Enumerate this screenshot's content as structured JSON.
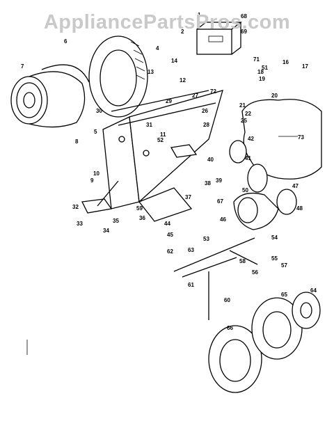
{
  "watermark": "AppliancePartsPros.com",
  "labels": {
    "l1": "1",
    "l2": "2",
    "l4": "4",
    "l5": "5",
    "l6": "6",
    "l7": "7",
    "l8": "8",
    "l9": "9",
    "l10": "10",
    "l11": "11",
    "l12": "12",
    "l13": "13",
    "l14": "14",
    "l16": "16",
    "l17": "17",
    "l18": "18",
    "l19": "19",
    "l20": "20",
    "l21": "21",
    "l22": "22",
    "l25": "25",
    "l26": "26",
    "l27": "27",
    "l28": "28",
    "l29": "29",
    "l30": "30",
    "l31": "31",
    "l32": "32",
    "l33": "33",
    "l34": "34",
    "l35": "35",
    "l36": "36",
    "l37": "37",
    "l38": "38",
    "l39": "39",
    "l40": "40",
    "l41": "41",
    "l42": "42",
    "l44": "44",
    "l45": "45",
    "l46": "46",
    "l47": "47",
    "l48": "48",
    "l50": "50",
    "l51": "51",
    "l52": "52",
    "l53": "53",
    "l54": "54",
    "l55": "55",
    "l56": "56",
    "l57": "57",
    "l58": "58",
    "l59": "59",
    "l60": "60",
    "l61": "61",
    "l62": "62",
    "l63": "63",
    "l64": "64",
    "l65": "65",
    "l66": "66",
    "l67": "67",
    "l68": "68",
    "l69": "69",
    "l71": "71",
    "l72": "72",
    "l73": "73"
  }
}
